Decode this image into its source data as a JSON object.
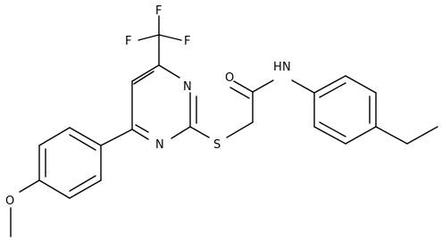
{
  "molecule": {
    "atoms": {
      "F1": "F",
      "F2": "F",
      "F3": "F",
      "N_pyr_top": "N",
      "N_pyr_bottom": "N",
      "S": "S",
      "O_carbonyl": "O",
      "NH": "N",
      "H_amide": "H",
      "O_methoxy": "O"
    }
  }
}
